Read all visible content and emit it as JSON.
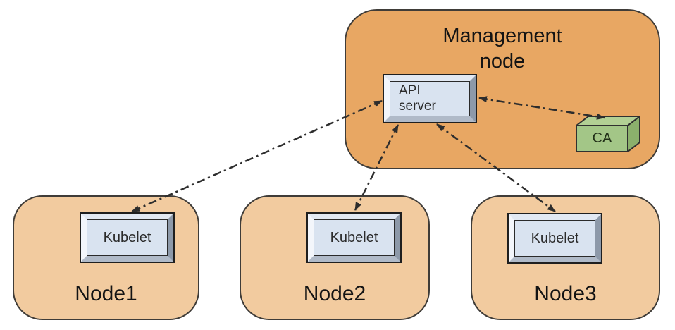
{
  "diagram": {
    "management_node": {
      "label": "Management\nnode"
    },
    "api_server": {
      "label": "API\nserver"
    },
    "ca": {
      "label": "CA"
    },
    "nodes": [
      {
        "label": "Node1",
        "component_label": "Kubelet"
      },
      {
        "label": "Node2",
        "component_label": "Kubelet"
      },
      {
        "label": "Node3",
        "component_label": "Kubelet"
      }
    ],
    "connections": [
      {
        "from": "API server",
        "to": "Kubelet (Node1)",
        "style": "dash-dot",
        "arrowheads": "both"
      },
      {
        "from": "API server",
        "to": "Kubelet (Node2)",
        "style": "dash-dot",
        "arrowheads": "both"
      },
      {
        "from": "API server",
        "to": "Kubelet (Node3)",
        "style": "dash-dot",
        "arrowheads": "both"
      },
      {
        "from": "API server",
        "to": "CA",
        "style": "dash-dot",
        "arrowheads": "both"
      }
    ],
    "colors": {
      "management_node_fill": "#e8a763",
      "node_fill": "#f2cb9f",
      "border": "#3f3c38",
      "component_fill": "#d9e3f0",
      "ca_front": "#a3c687",
      "ca_top": "#b2d094",
      "ca_side": "#8bb06c",
      "arrow": "#2d2d2d"
    }
  }
}
